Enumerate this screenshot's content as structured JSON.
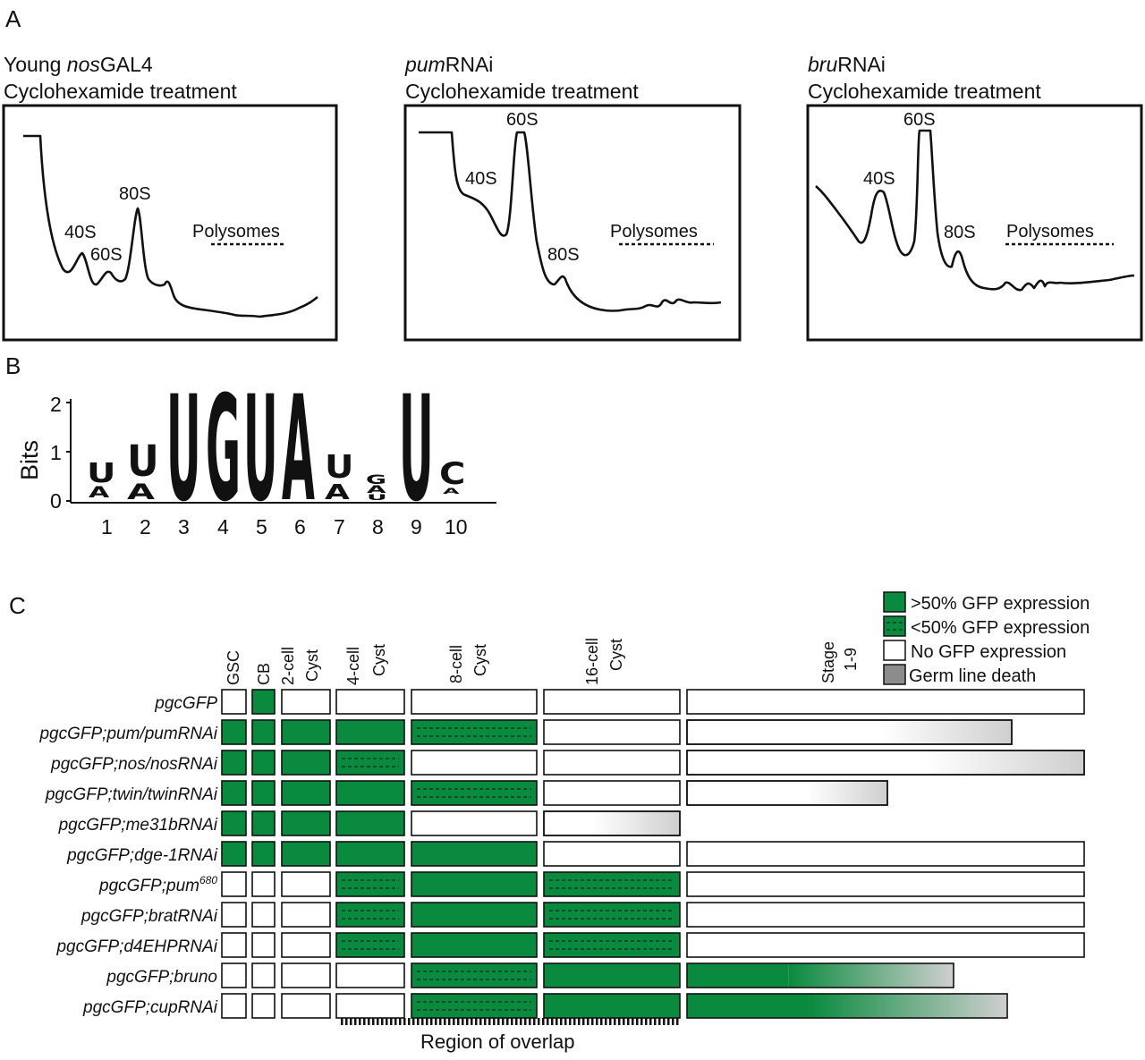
{
  "panel_letters": {
    "a": "A",
    "b": "B",
    "c": "C"
  },
  "panel_a": {
    "profiles": [
      {
        "title_italic": "",
        "title_line1": "Young ",
        "title_line1_italic": "nos",
        "title_line1_rest": "GAL4",
        "title_line2": "Cyclohexamide treatment",
        "peaks": {
          "p40": "40S",
          "p60": "60S",
          "p80": "80S"
        },
        "polysomes": "Polysomes"
      },
      {
        "title_line1_italic": "pum",
        "title_line1_rest": "RNAi",
        "title_line2": "Cyclohexamide treatment",
        "peaks": {
          "p40": "40S",
          "p60": "60S",
          "p80": "80S"
        },
        "polysomes": "Polysomes"
      },
      {
        "title_line1_italic": "bru",
        "title_line1_rest": "RNAi",
        "title_line2": "Cyclohexamide treatment",
        "peaks": {
          "p40": "40S",
          "p60": "60S",
          "p80": "80S"
        },
        "polysomes": "Polysomes"
      }
    ]
  },
  "panel_b": {
    "ylabel": "Bits",
    "yticks": [
      "2",
      "1",
      "0"
    ],
    "positions": [
      "1",
      "2",
      "3",
      "4",
      "5",
      "6",
      "7",
      "8",
      "9",
      "10"
    ],
    "logo_letters": [
      "U",
      "A",
      "U",
      "A",
      "U",
      "G",
      "U",
      "A",
      "U",
      "A",
      "G",
      "A",
      "U",
      "U",
      "C",
      "A"
    ],
    "colors": {
      "U": "#d62035",
      "G": "#f2a71b",
      "A": "#169445",
      "C": "#1f4fa3"
    }
  },
  "panel_c": {
    "legend": [
      {
        "key": "strong",
        "label": ">50% GFP expression",
        "color": "#0a8a3e"
      },
      {
        "key": "weak",
        "label": "<50% GFP expression",
        "color": "#0a8a3e"
      },
      {
        "key": "none",
        "label": "No GFP expression",
        "color": "#ffffff"
      },
      {
        "key": "death",
        "label": "Germ line death",
        "color": "#8c8c8c"
      }
    ],
    "columns": [
      {
        "line1": "GSC",
        "line2": ""
      },
      {
        "line1": "CB",
        "line2": ""
      },
      {
        "line1": "2-cell",
        "line2": "Cyst"
      },
      {
        "line1": "4-cell",
        "line2": "Cyst"
      },
      {
        "line1": "8-cell",
        "line2": "Cyst"
      },
      {
        "line1": "16-cell",
        "line2": "Cyst"
      },
      {
        "line1": "Stage",
        "line2": "1-9"
      }
    ],
    "rows": [
      {
        "label": "pgcGFP",
        "states": [
          "none",
          "strong",
          "none",
          "none",
          "none",
          "none",
          "none"
        ]
      },
      {
        "label": "pgcGFP;pum/pumRNAi",
        "states": [
          "strong",
          "strong",
          "strong",
          "strong",
          "weak",
          "none",
          "death-end"
        ]
      },
      {
        "label": "pgcGFP;nos/nosRNAi",
        "states": [
          "strong",
          "strong",
          "strong",
          "weak",
          "none",
          "none",
          "death-end"
        ]
      },
      {
        "label": "pgcGFP;twin/twinRNAi",
        "states": [
          "strong",
          "strong",
          "strong",
          "strong",
          "weak",
          "none",
          "death-end"
        ]
      },
      {
        "label": "pgcGFP;me31bRNAi",
        "states": [
          "strong",
          "strong",
          "strong",
          "strong",
          "none",
          "death",
          "absent"
        ]
      },
      {
        "label": "pgcGFP;dge-1RNAi",
        "states": [
          "strong",
          "strong",
          "strong",
          "strong",
          "strong",
          "none",
          "none"
        ]
      },
      {
        "label": "pgcGFP;pum680",
        "states": [
          "none",
          "none",
          "none",
          "weak",
          "strong",
          "weak",
          "none"
        ]
      },
      {
        "label": "pgcGFP;bratRNAi",
        "states": [
          "none",
          "none",
          "none",
          "weak",
          "strong",
          "weak",
          "none"
        ]
      },
      {
        "label": "pgcGFP;d4EHPRNAi",
        "states": [
          "none",
          "none",
          "none",
          "weak",
          "strong",
          "weak",
          "none"
        ]
      },
      {
        "label": "pgcGFP;bruno",
        "states": [
          "none",
          "none",
          "none",
          "none",
          "weak",
          "strong",
          "green-death"
        ]
      },
      {
        "label": "pgcGFP;cupRNAi",
        "states": [
          "none",
          "none",
          "none",
          "none",
          "weak",
          "strong",
          "green-death"
        ]
      }
    ],
    "overlap_label": "Region of overlap"
  }
}
